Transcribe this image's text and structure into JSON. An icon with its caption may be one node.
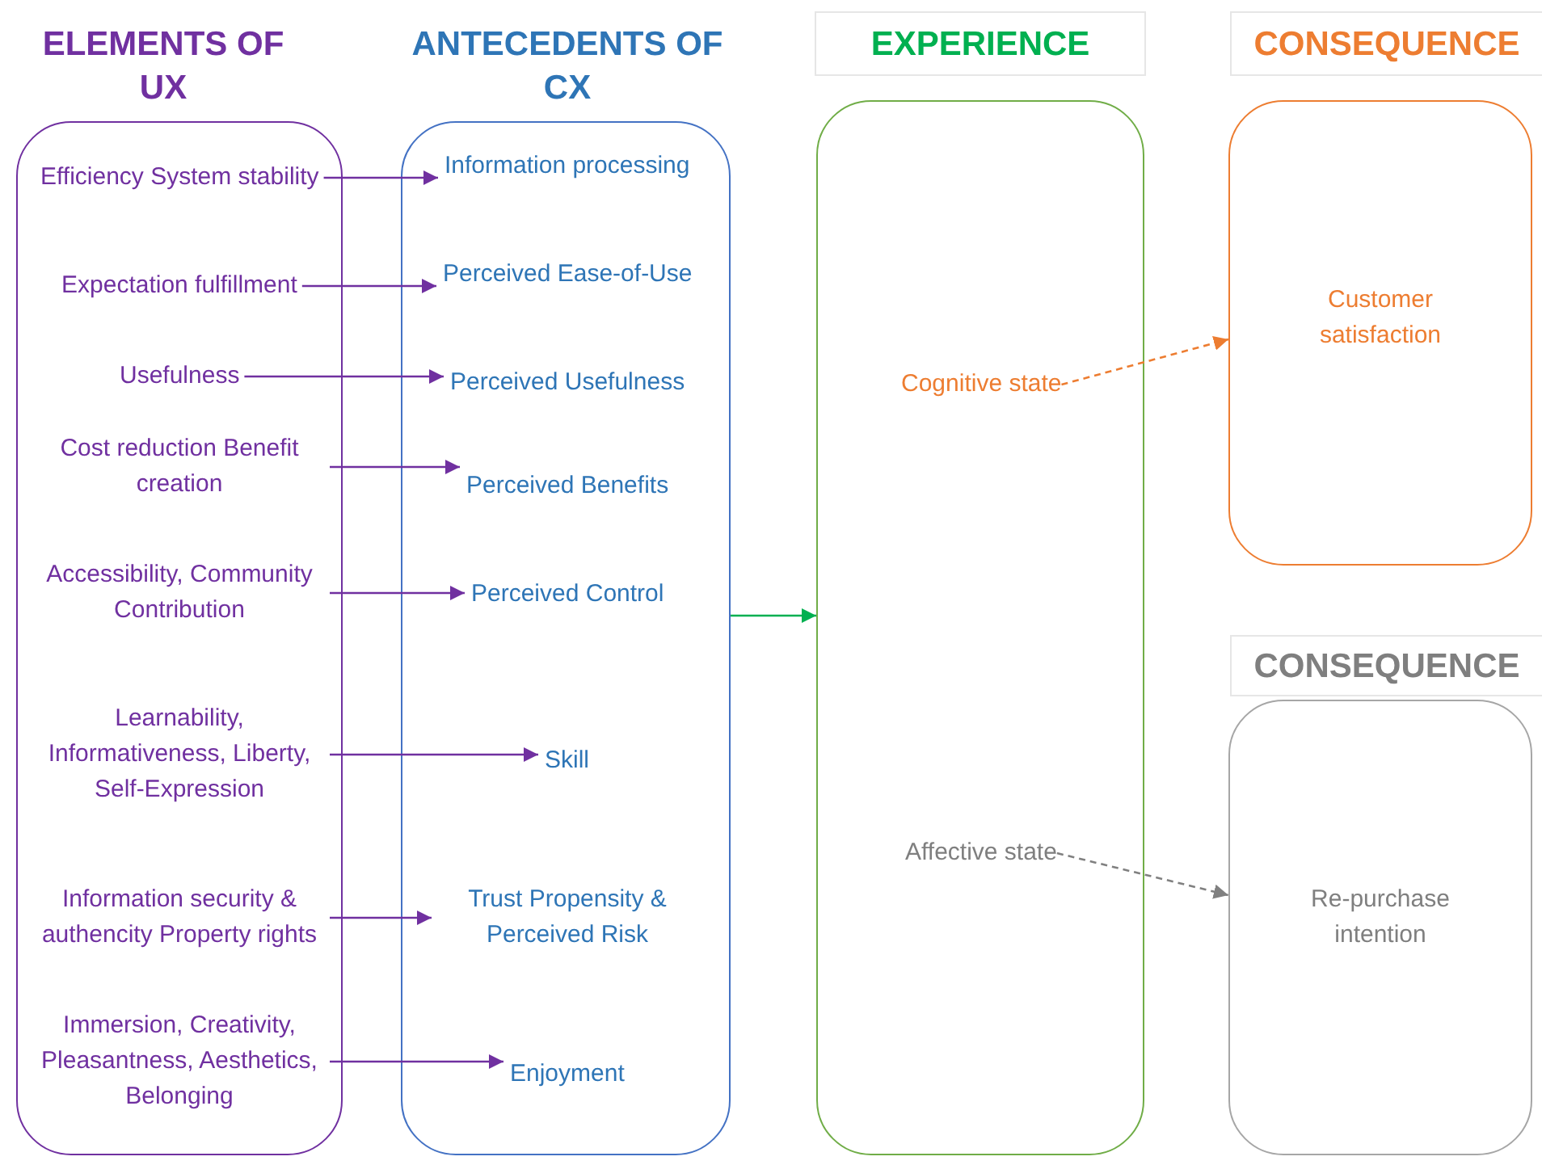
{
  "diagram": {
    "nodes": [
      {
        "text": [
          "ELEMENTS OF UX"
        ]
      },
      {
        "text": [
          "Efficiency System stability"
        ],
        "in": 0
      },
      {
        "text": [
          "Expectation fulfillment"
        ],
        "in": 0
      },
      {
        "text": [
          "Usefulness"
        ],
        "in": 0
      },
      {
        "text": [
          "Cost reduction Benefit creation"
        ],
        "in": 0
      },
      {
        "text": [
          "Accessibility, Community Contribution"
        ],
        "in": 0
      },
      {
        "text": [
          "Learnability, Informativeness, Liberty, Self-Expression"
        ],
        "in": 0
      },
      {
        "text": [
          "Information security & authencity Property rights"
        ],
        "in": 0
      },
      {
        "text": [
          "Immersion, Creativity, Pleasantness, Aesthetics, Belonging"
        ],
        "in": 0
      },
      {
        "text": [
          "ANTECEDENTS OF CX"
        ]
      },
      {
        "text": [
          "Information processing"
        ],
        "in": 9
      },
      {
        "text": [
          "Perceived Ease-of-Use"
        ],
        "in": 9
      },
      {
        "text": [
          "Perceived Usefulness"
        ],
        "in": 9
      },
      {
        "text": [
          "Perceived Benefits"
        ],
        "in": 9
      },
      {
        "text": [
          "Perceived Control"
        ],
        "in": 9
      },
      {
        "text": [
          "Skill"
        ],
        "in": 9
      },
      {
        "text": [
          "Trust Propensity & Perceived Risk"
        ],
        "in": 9
      },
      {
        "text": [
          "Enjoyment"
        ],
        "in": 9
      },
      {
        "text": [
          "EXPERIENCE"
        ]
      },
      {
        "text": [
          "Cognitive state"
        ],
        "in": 18
      },
      {
        "text": [
          "Affective state"
        ],
        "in": 18
      },
      {
        "text": [
          "CONSEQUENCE",
          "Customer satisfaction"
        ]
      },
      {
        "text": [
          "CONSEQUENCE",
          "Re-purchase intention"
        ]
      }
    ],
    "edges": [
      {
        "from": 1,
        "to": 10,
        "arrow": "to"
      },
      {
        "from": 2,
        "to": 11,
        "arrow": "to"
      },
      {
        "from": 3,
        "to": 12,
        "arrow": "to"
      },
      {
        "from": 4,
        "to": 13,
        "arrow": "to"
      },
      {
        "from": 5,
        "to": 14,
        "arrow": "to"
      },
      {
        "from": 6,
        "to": 15,
        "arrow": "to"
      },
      {
        "from": 7,
        "to": 16,
        "arrow": "to"
      },
      {
        "from": 8,
        "to": 17,
        "arrow": "to"
      },
      {
        "from": 9,
        "to": 18,
        "arrow": "to",
        "color": "#00b050"
      },
      {
        "from": 19,
        "to": 21,
        "arrow": "to",
        "style": "dashed",
        "color": "#ed7d31"
      },
      {
        "from": 20,
        "to": 22,
        "arrow": "to",
        "style": "dashed",
        "color": "#808080"
      }
    ]
  }
}
